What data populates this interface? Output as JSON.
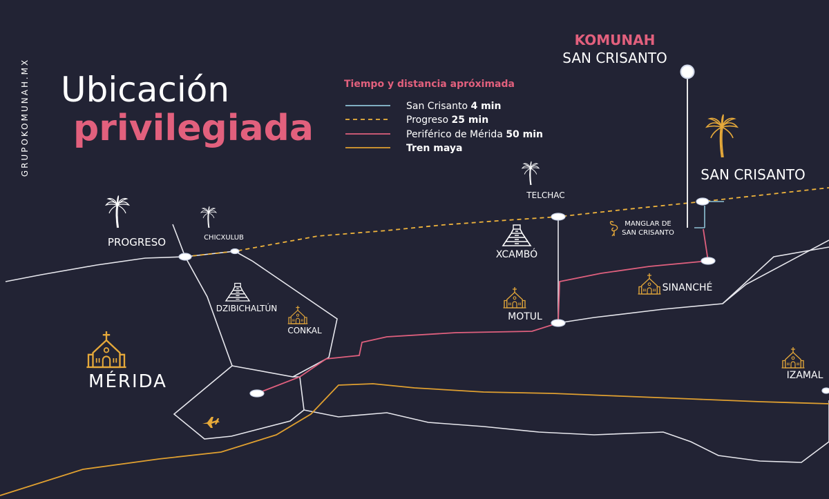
{
  "colors": {
    "background": "#222334",
    "road": "#e8e8ee",
    "san_crisanto_route": "#8fc3d6",
    "progreso_route": "#f0b43c",
    "merida_route": "#e0607e",
    "tren_maya": "#e0a030",
    "icon_white": "#ffffff",
    "icon_gold": "#e6a93a",
    "accent_pink": "#e2607d"
  },
  "side_text": "GRUPOKOMUNAH.MX",
  "title": {
    "line1": "Ubicación",
    "line2": "privilegiada"
  },
  "legend": {
    "heading": "Tiempo y distancia apróximada",
    "items": [
      {
        "name": "San Crisanto",
        "time": "4 min",
        "color": "#8fc3d6",
        "dashed": false
      },
      {
        "name": "Progreso",
        "time": "25 min",
        "color": "#f0b43c",
        "dashed": true
      },
      {
        "name": "Periférico de Mérida",
        "time": "50 min",
        "color": "#e0607e",
        "dashed": false
      },
      {
        "name": "",
        "time": "Tren maya",
        "color": "#e0a030",
        "dashed": false
      }
    ]
  },
  "destination": {
    "brand": "KOMUNAH",
    "place": "SAN CRISANTO"
  },
  "places": {
    "san_crisanto": "SAN CRISANTO",
    "telchac": "TELCHAC",
    "progreso": "PROGRESO",
    "chicxulub": "CHICXULUB",
    "xcambo": "XCAMBÓ",
    "manglar_line1": "MANGLAR DE",
    "manglar_line2": "SAN CRISANTO",
    "sinanche": "SINANCHÉ",
    "dzibichaltun": "DZIBICHALTÚN",
    "conkal": "CONKAL",
    "motul": "MOTUL",
    "merida": "MÉRIDA",
    "izamal": "IZAMAL"
  },
  "icons": [
    "palm-icon",
    "pyramid-icon",
    "church-icon",
    "flamingo-icon",
    "airplane-icon"
  ]
}
